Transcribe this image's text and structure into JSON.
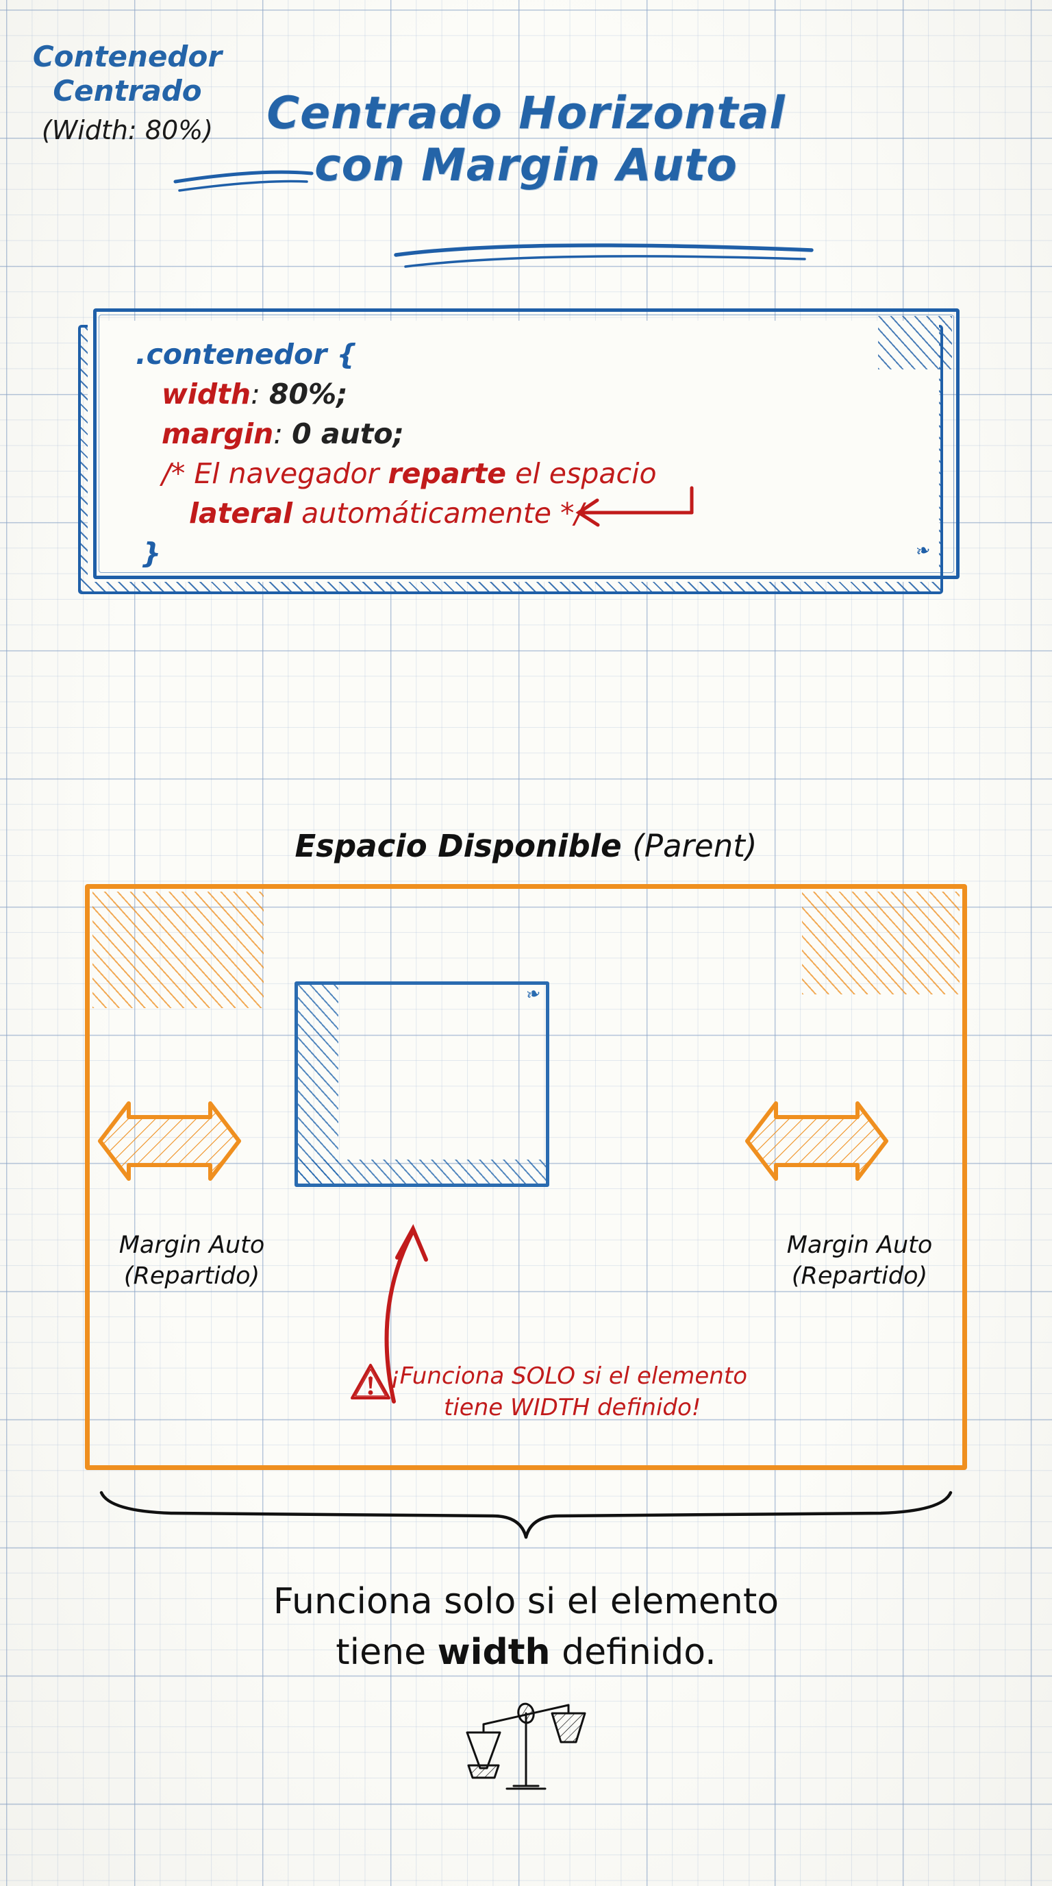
{
  "title": {
    "line1": "Centrado Horizontal",
    "line2": "con Margin Auto"
  },
  "code_card": {
    "line1_selector": ".contenedor {",
    "line2_prop": "width",
    "line2_colon": ": ",
    "line2_value": "80%;",
    "line3_prop": "margin",
    "line3_colon": ": ",
    "line3_value": "0 auto;",
    "comment_line1_pre": "/* El navegador ",
    "comment_line1_bold": "reparte",
    "comment_line1_post": " el espacio",
    "comment_line2_bold": "lateral",
    "comment_line2_post": " automáticamente */",
    "line_close": "}",
    "doodle": "❧"
  },
  "parent_label": {
    "strong": "Espacio Disponible ",
    "paren": "(Parent)"
  },
  "diagram": {
    "inner_title_line1": "Contenedor",
    "inner_title_line2": "Centrado",
    "inner_subtitle": "(Width: 80%)",
    "inner_doodle": "❧",
    "margin_left_line1": "Margin Auto",
    "margin_left_line2": "(Repartido)",
    "margin_right_line1": "Margin Auto",
    "margin_right_line2": "(Repartido)"
  },
  "warning": {
    "line1": "¡Funciona SOLO si el elemento",
    "line2": "tiene WIDTH definido!",
    "icon": "warning-triangle"
  },
  "conclusion": {
    "line1_pre": "Funciona solo si el elemento",
    "line2_pre": "tiene ",
    "line2_bold": "width",
    "line2_post": " definido.",
    "icon": "balance-scale"
  },
  "colors": {
    "blue": "#1f5fa8",
    "blue_light": "#2a6bb0",
    "orange": "#ef8f1f",
    "red": "#c11b1b",
    "ink": "#111111",
    "paper": "#fcfcf8"
  }
}
